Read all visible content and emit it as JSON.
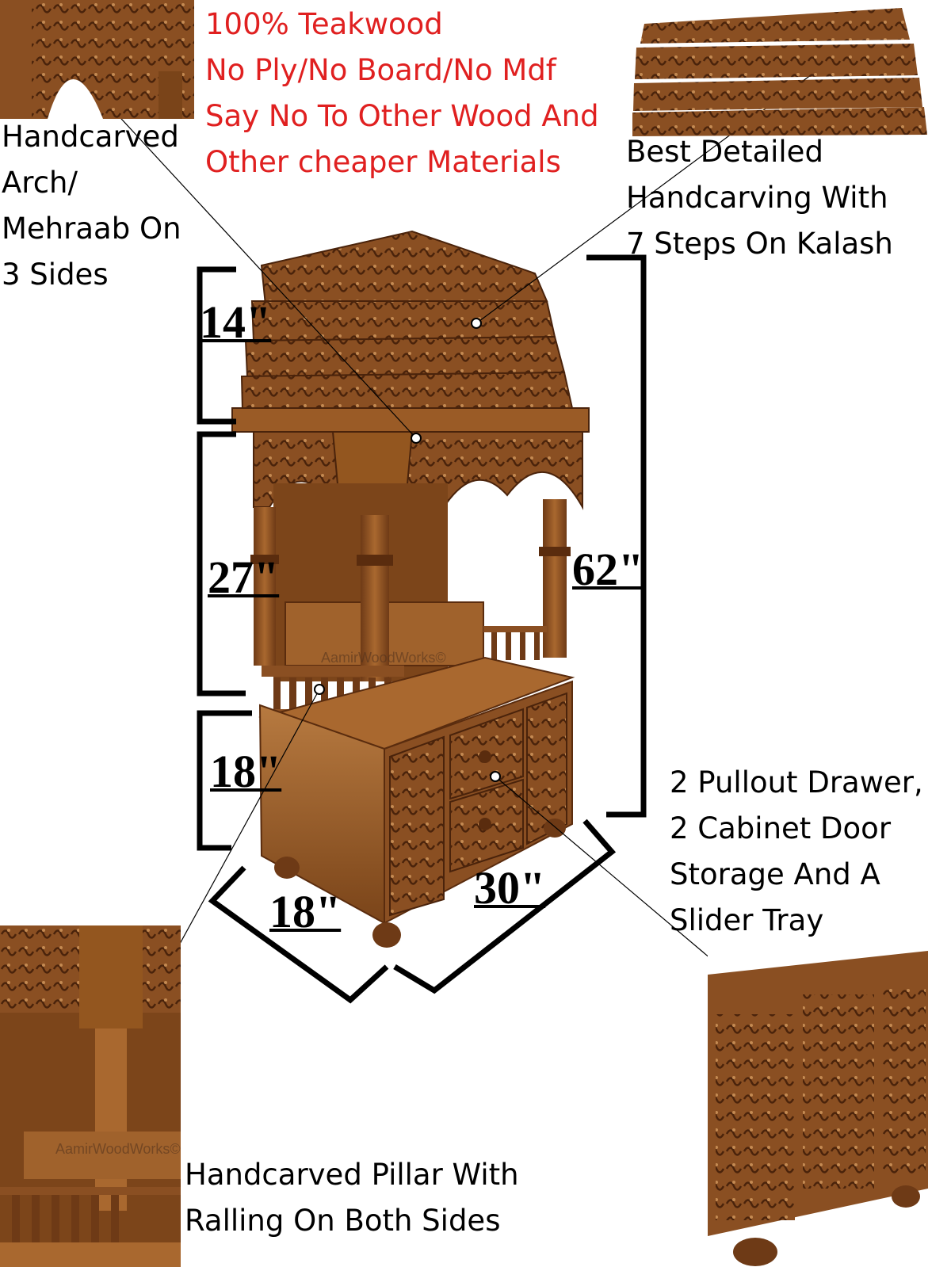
{
  "claims": {
    "line1": "100% Teakwood",
    "line2": "No Ply/No Board/No Mdf",
    "line3": "Say No To Other Wood And",
    "line4": "Other cheaper Materials",
    "color": "#e02020"
  },
  "callouts": {
    "arch": "Handcarved\nArch/\nMehraab On\n3 Sides",
    "kalash": "Best Detailed\nHandcarving With\n7 Steps On Kalash",
    "storage": "2 Pullout Drawer,\n2 Cabinet Door\nStorage And A\nSlider Tray",
    "pillar": "Handcarved Pillar With\nRalling On Both Sides"
  },
  "dimensions": {
    "top": "14\"",
    "middle": "27\"",
    "bottom": "18\"",
    "total": "62\"",
    "depth": "18\"",
    "width": "30\""
  },
  "watermark": "AamirWoodWorks©",
  "wood_color": "#8a4f22"
}
